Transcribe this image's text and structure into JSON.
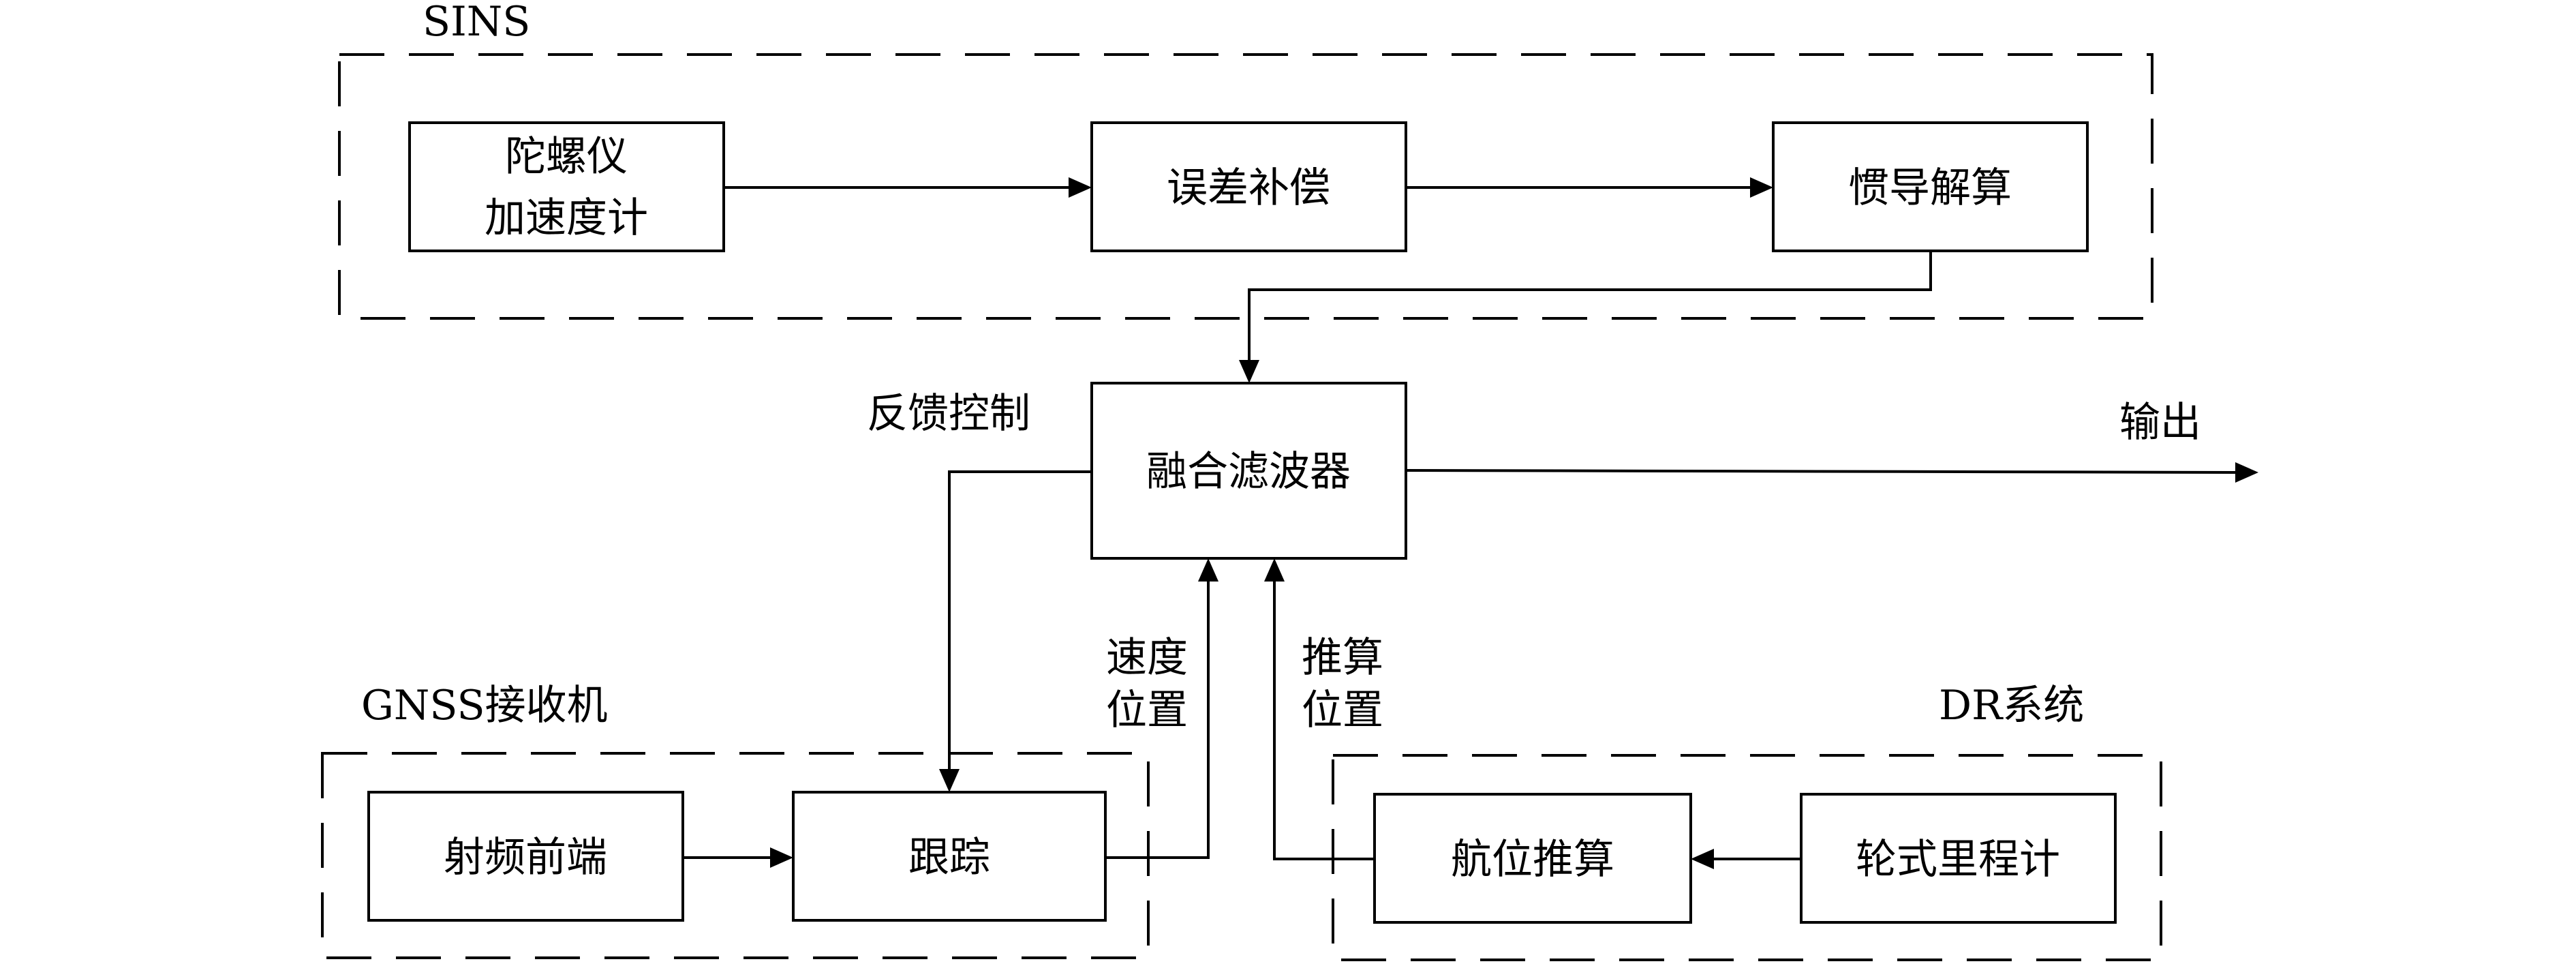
{
  "groups": {
    "sins": "SINS",
    "gnss": "GNSS接收机",
    "dr": "DR系统"
  },
  "blocks": {
    "gyro_line1": "陀螺仪",
    "gyro_line2": "加速度计",
    "error_comp": "误差补偿",
    "nav_solution": "惯导解算",
    "fusion_filter": "融合滤波器",
    "rf_frontend": "射频前端",
    "tracking": "跟踪",
    "heading_calc": "航位推算",
    "odometer": "轮式里程计"
  },
  "edge_labels": {
    "feedback": "反馈控制",
    "output": "输出",
    "speed": "速度",
    "position_gnss": "位置",
    "dr_calc": "推算",
    "position_dr": "位置"
  }
}
